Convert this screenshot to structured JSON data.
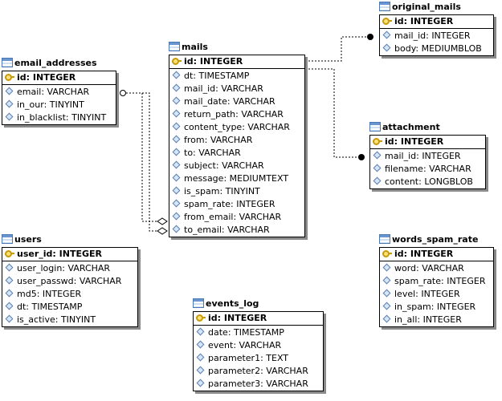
{
  "tables": [
    {
      "id": "original_mails",
      "name": "original_mails",
      "pk": {
        "name": "id",
        "type": "INTEGER"
      },
      "fields": [
        {
          "name": "mail_id",
          "type": "INTEGER"
        },
        {
          "name": "body",
          "type": "MEDIUMBLOB"
        }
      ]
    },
    {
      "id": "email_addresses",
      "name": "email_addresses",
      "pk": {
        "name": "id",
        "type": "INTEGER"
      },
      "fields": [
        {
          "name": "email",
          "type": "VARCHAR"
        },
        {
          "name": "in_our",
          "type": "TINYINT"
        },
        {
          "name": "in_blacklist",
          "type": "TINYINT"
        }
      ]
    },
    {
      "id": "mails",
      "name": "mails",
      "pk": {
        "name": "id",
        "type": "INTEGER"
      },
      "fields": [
        {
          "name": "dt",
          "type": "TIMESTAMP"
        },
        {
          "name": "mail_id",
          "type": "VARCHAR"
        },
        {
          "name": "mail_date",
          "type": "VARCHAR"
        },
        {
          "name": "return_path",
          "type": "VARCHAR"
        },
        {
          "name": "content_type",
          "type": "VARCHAR"
        },
        {
          "name": "from",
          "type": "VARCHAR"
        },
        {
          "name": "to",
          "type": "VARCHAR"
        },
        {
          "name": "subject",
          "type": "VARCHAR"
        },
        {
          "name": "message",
          "type": "MEDIUMTEXT"
        },
        {
          "name": "is_spam",
          "type": "TINYINT"
        },
        {
          "name": "spam_rate",
          "type": "INTEGER"
        },
        {
          "name": "from_email",
          "type": "VARCHAR"
        },
        {
          "name": "to_email",
          "type": "VARCHAR"
        }
      ]
    },
    {
      "id": "attachment",
      "name": "attachment",
      "pk": {
        "name": "id",
        "type": "INTEGER"
      },
      "fields": [
        {
          "name": "mail_id",
          "type": "INTEGER"
        },
        {
          "name": "filename",
          "type": "VARCHAR"
        },
        {
          "name": "content",
          "type": "LONGBLOB"
        }
      ]
    },
    {
      "id": "users",
      "name": "users",
      "pk": {
        "name": "user_id",
        "type": "INTEGER"
      },
      "fields": [
        {
          "name": "user_login",
          "type": "VARCHAR"
        },
        {
          "name": "user_passwd",
          "type": "VARCHAR"
        },
        {
          "name": "md5",
          "type": "INTEGER"
        },
        {
          "name": "dt",
          "type": "TIMESTAMP"
        },
        {
          "name": "is_active",
          "type": "TINYINT"
        }
      ]
    },
    {
      "id": "words_spam_rate",
      "name": "words_spam_rate",
      "pk": {
        "name": "id",
        "type": "INTEGER"
      },
      "fields": [
        {
          "name": "word",
          "type": "VARCHAR"
        },
        {
          "name": "spam_rate",
          "type": "INTEGER"
        },
        {
          "name": "level",
          "type": "INTEGER"
        },
        {
          "name": "in_spam",
          "type": "INTEGER"
        },
        {
          "name": "in_all",
          "type": "INTEGER"
        }
      ]
    },
    {
      "id": "events_log",
      "name": "events_log",
      "pk": {
        "name": "id",
        "type": "INTEGER"
      },
      "fields": [
        {
          "name": "date",
          "type": "TIMESTAMP"
        },
        {
          "name": "event",
          "type": "VARCHAR"
        },
        {
          "name": "parameter1",
          "type": "TEXT"
        },
        {
          "name": "parameter2",
          "type": "VARCHAR"
        },
        {
          "name": "parameter3",
          "type": "VARCHAR"
        }
      ]
    }
  ],
  "relationships": [
    {
      "from": "mails",
      "to": "original_mails",
      "end": "filled-circle"
    },
    {
      "from": "mails",
      "to": "attachment",
      "end": "filled-circle"
    },
    {
      "from": "email_addresses",
      "to": "mails",
      "role": "from_email",
      "end": "hollow-diamond"
    },
    {
      "from": "email_addresses",
      "to": "mails",
      "role": "to_email",
      "end": "hollow-diamond"
    }
  ]
}
